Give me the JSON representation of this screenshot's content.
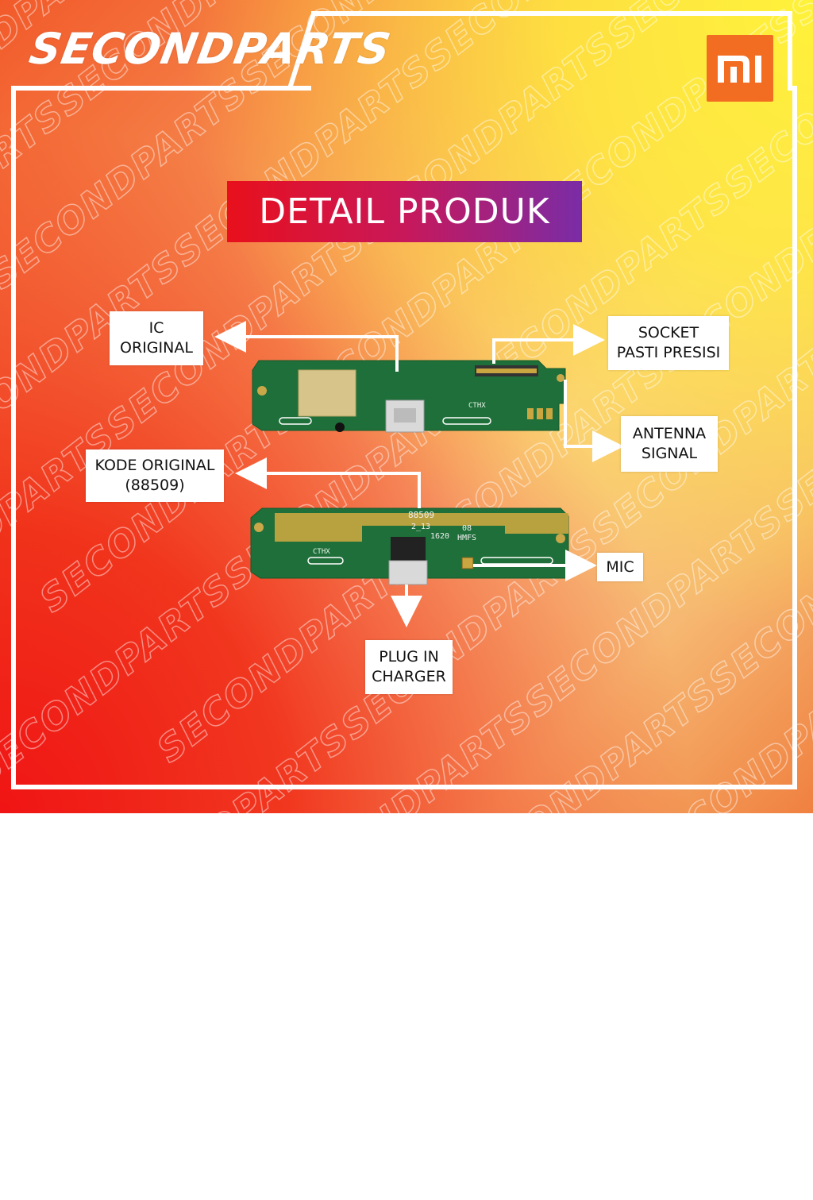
{
  "brand": {
    "name": "SECONDPARTS",
    "watermark_text": "SECONDPARTS"
  },
  "logo": {
    "text": "mi",
    "color": "#f26d21"
  },
  "title": {
    "text": "DETAIL PRODUK"
  },
  "callouts": {
    "ic_original": {
      "line1": "IC",
      "line2": "ORIGINAL"
    },
    "socket": {
      "line1": "SOCKET",
      "line2": "PASTI PRESISI"
    },
    "antenna": {
      "line1": "ANTENNA",
      "line2": "SIGNAL"
    },
    "kode_original": {
      "line1": "KODE ORIGINAL",
      "line2": "(88509)"
    },
    "mic": {
      "line1": "MIC"
    },
    "plug_in": {
      "line1": "PLUG IN",
      "line2": "CHARGER"
    }
  },
  "board_markings": {
    "top_silk": "CTHX",
    "bottom_silk": "CTHX",
    "code": "88509",
    "line2": "2_13",
    "line3": "1620",
    "line4": "08",
    "line5": "HMFS"
  },
  "colors": {
    "pcb": "#1f6f3a",
    "gold": "#c9a640",
    "accent_red": "#e8101c",
    "accent_purple": "#7a2ca6"
  }
}
